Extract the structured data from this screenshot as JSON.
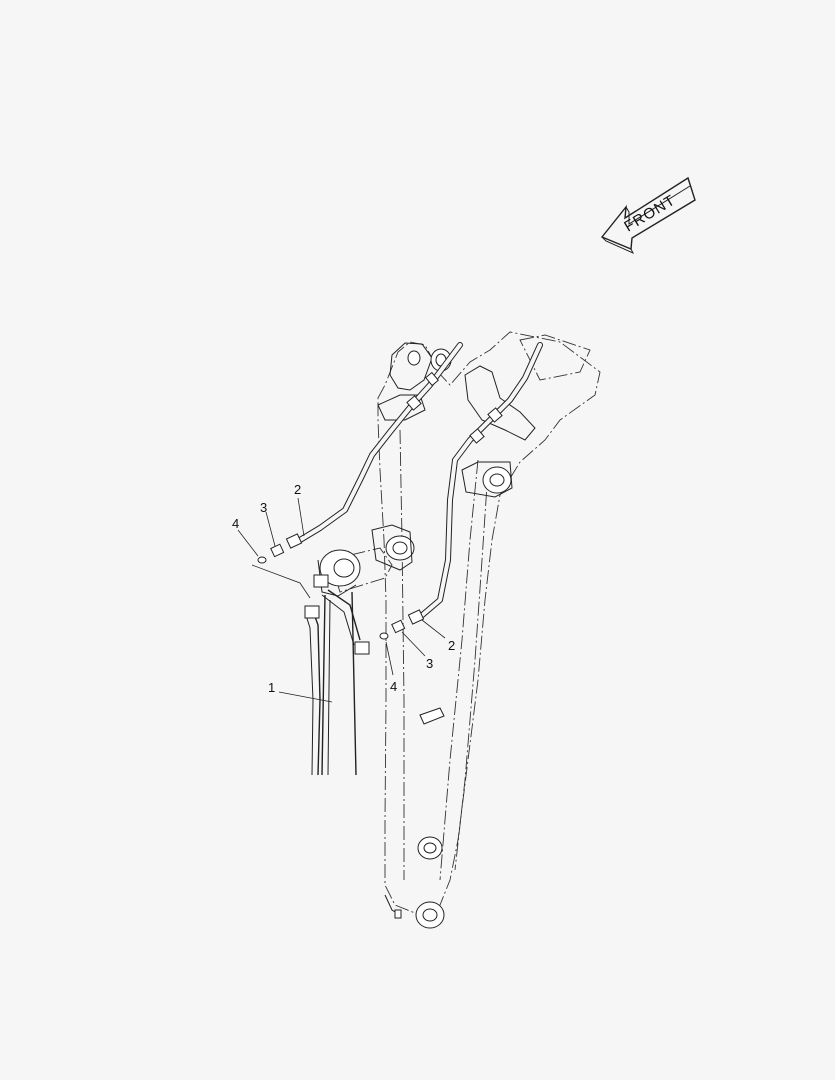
{
  "direction_arrow": {
    "label": "FRONT"
  },
  "callouts": {
    "item_1": "1",
    "item_2_upper": "2",
    "item_2_lower": "2",
    "item_3_upper": "3",
    "item_3_lower": "3",
    "item_4_upper": "4",
    "item_4_lower": "4"
  },
  "colors": {
    "background": "#f6f6f6",
    "line": "#222222"
  }
}
